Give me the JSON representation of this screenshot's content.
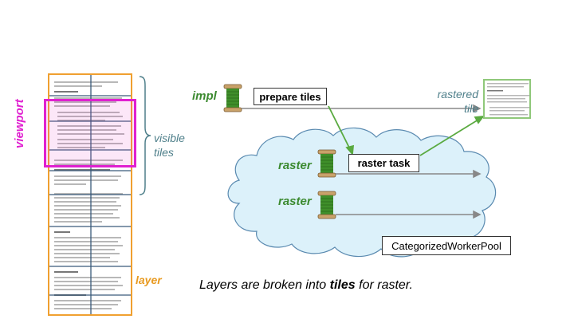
{
  "labels": {
    "viewport": "viewport",
    "visible_tiles": "visible tiles",
    "layer": "layer",
    "impl": "impl",
    "raster_1": "raster",
    "raster_2": "raster",
    "rastered_tile": "rastered tile"
  },
  "boxes": {
    "prepare_tiles": "prepare tiles",
    "raster_task": "raster task",
    "worker_pool": "CategorizedWorkerPool"
  },
  "caption": {
    "prefix": "Layers are broken into ",
    "emphasis": "tiles",
    "suffix": " for raster."
  },
  "colors": {
    "viewport": "#e020d0",
    "layer": "#f0a030",
    "thread_label": "#3c8a30",
    "annotation": "#4e7f8a",
    "cloud_fill": "#dcf1fa",
    "cloud_stroke": "#5a8ab0",
    "arrow_green": "#5aaa40",
    "arrow_gray": "#888888"
  },
  "icons": [
    "thread-spool-icon"
  ]
}
